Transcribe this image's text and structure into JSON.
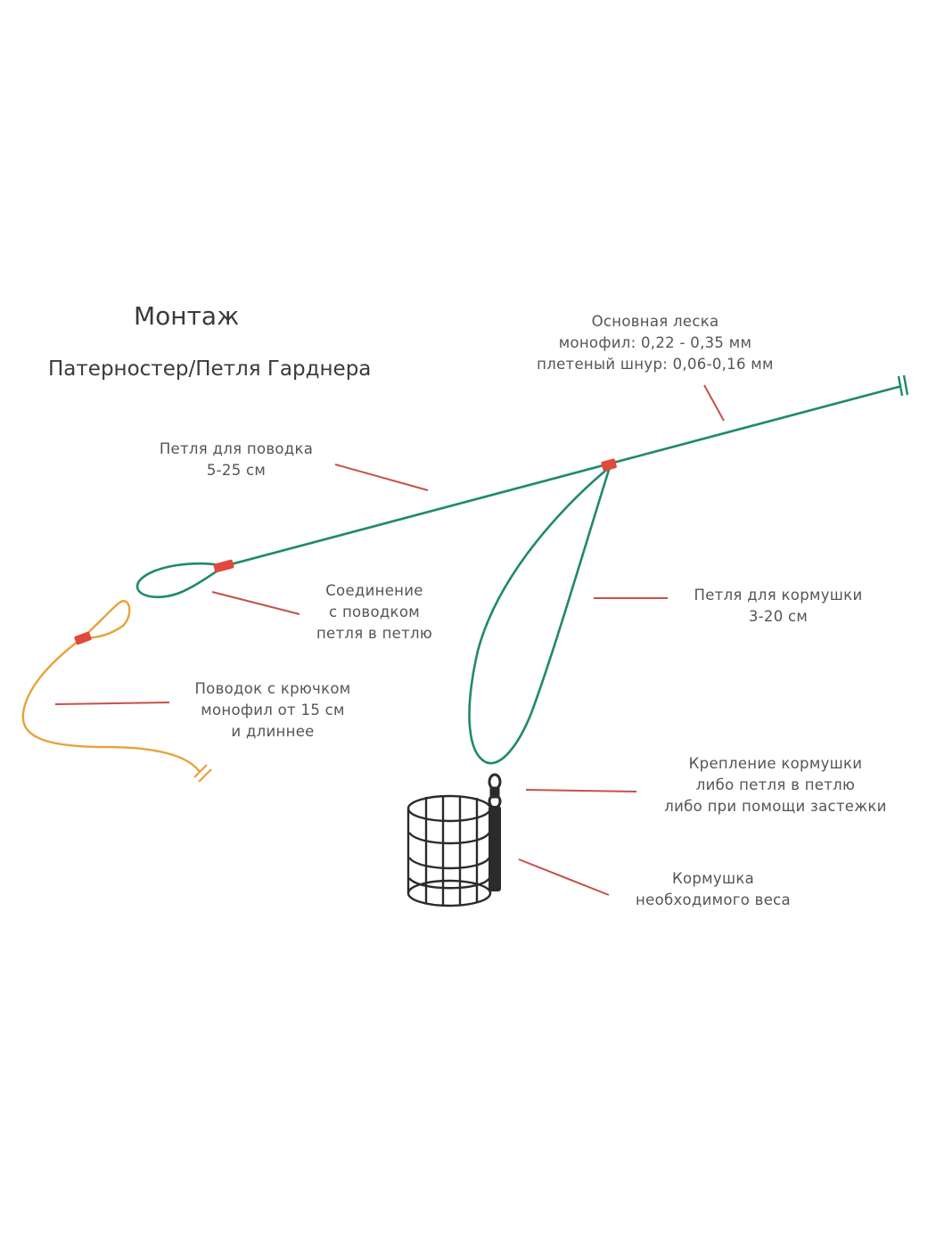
{
  "title": "Монтаж",
  "subtitle": "Патерностер/Петля Гарднера",
  "labels": {
    "main_line": {
      "line1": "Основная леска",
      "line2": "монофил: 0,22 - 0,35 мм",
      "line3": "плетеный шнур: 0,06-0,16 мм"
    },
    "leader_loop": {
      "line1": "Петля для поводка",
      "line2": "5-25 см"
    },
    "connection": {
      "line1": "Соединение",
      "line2": "с поводком",
      "line3": "петля в петлю"
    },
    "feeder_loop": {
      "line1": "Петля для кормушки",
      "line2": "3-20 см"
    },
    "leader": {
      "line1": "Поводок с крючком",
      "line2": "монофил от 15 см",
      "line3": "и длиннее"
    },
    "feeder_attach": {
      "line1": "Крепление кормушки",
      "line2": "либо петля в петлю",
      "line3": "либо при помощи застежки"
    },
    "feeder": {
      "line1": "Кормушка",
      "line2": "необходимого веса"
    }
  },
  "colors": {
    "main_line": "#1f8a6a",
    "leader_line": "#e8a23c",
    "knot": "#e2483b",
    "pointer": "#c8504a",
    "feeder": "#2b2b2b",
    "text": "#555555"
  }
}
